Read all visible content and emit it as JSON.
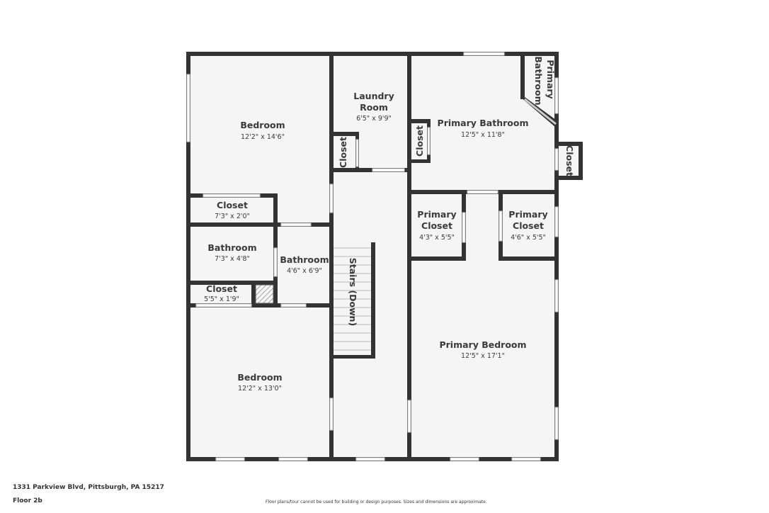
{
  "rooms": {
    "bedroom_top": {
      "name": "Bedroom",
      "dims": "12'2\" x 14'6\""
    },
    "laundry": {
      "name_line1": "Laundry",
      "name_line2": "Room",
      "dims": "6'5\" x 9'9\""
    },
    "laundry_closet": {
      "name": "Closet"
    },
    "closet_left": {
      "name": "Closet",
      "dims": "7'3\" x 2'0\""
    },
    "bathroom_left": {
      "name": "Bathroom",
      "dims": "7'3\" x 4'8\""
    },
    "bathroom_mid": {
      "name": "Bathroom",
      "dims": "4'6\" x 6'9\""
    },
    "closet_small": {
      "name": "Closet",
      "dims": "5'5\" x 1'9\""
    },
    "stairs": {
      "name": "Stairs (Down)"
    },
    "bedroom_bottom": {
      "name": "Bedroom",
      "dims": "12'2\" x 13'0\""
    },
    "primary_bathroom": {
      "name": "Primary Bathroom",
      "dims": "12'5\" x 11'8\""
    },
    "primary_bathroom_small": {
      "name_line1": "Primary",
      "name_line2": "Bathroom"
    },
    "pb_closet_left": {
      "name": "Closet"
    },
    "pb_closet_right": {
      "name": "Closet"
    },
    "primary_closet_left": {
      "name_line1": "Primary",
      "name_line2": "Closet",
      "dims": "4'3\" x 5'5\""
    },
    "primary_closet_right": {
      "name_line1": "Primary",
      "name_line2": "Closet",
      "dims": "4'6\" x 5'5\""
    },
    "primary_bedroom": {
      "name": "Primary Bedroom",
      "dims": "12'5\" x 17'1\""
    }
  },
  "footer": {
    "address": "1331 Parkview Blvd, Pittsburgh, PA 15217",
    "floor": "Floor 2b",
    "disclaimer": "Floor plans/tour cannot be used for building or design purposes. Sizes and dimensions are approximate."
  },
  "colors": {
    "wall": "#333333",
    "floor": "#f5f5f5"
  }
}
